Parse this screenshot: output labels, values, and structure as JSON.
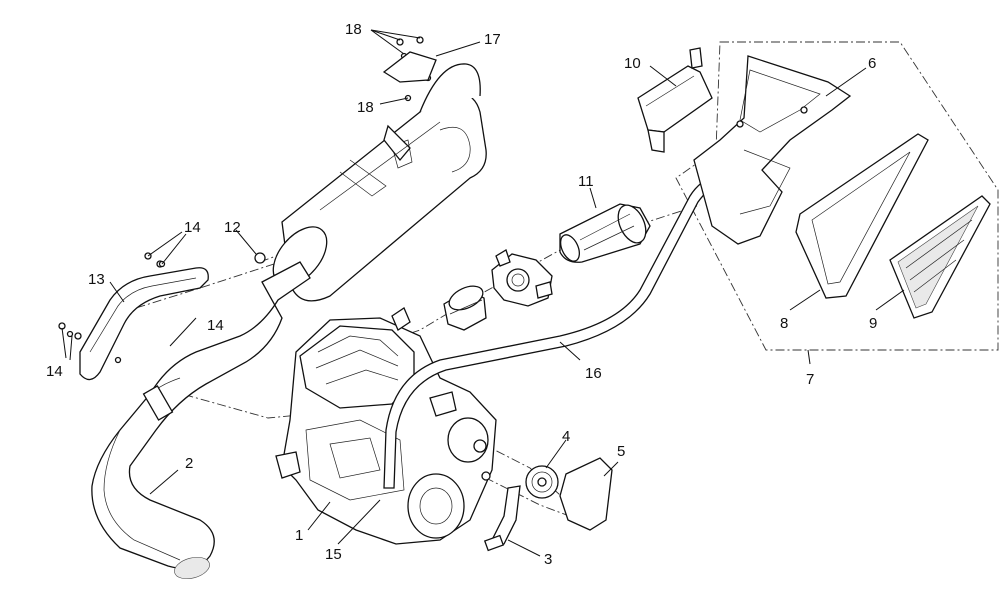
{
  "callouts": [
    {
      "id": "1",
      "text": "1"
    },
    {
      "id": "2",
      "text": "2"
    },
    {
      "id": "3",
      "text": "3"
    },
    {
      "id": "4",
      "text": "4"
    },
    {
      "id": "5",
      "text": "5"
    },
    {
      "id": "6",
      "text": "6"
    },
    {
      "id": "7",
      "text": "7"
    },
    {
      "id": "8",
      "text": "8"
    },
    {
      "id": "9",
      "text": "9"
    },
    {
      "id": "10",
      "text": "10"
    },
    {
      "id": "11",
      "text": "11"
    },
    {
      "id": "12",
      "text": "12"
    },
    {
      "id": "13",
      "text": "13"
    },
    {
      "id": "14a",
      "text": "14"
    },
    {
      "id": "14b",
      "text": "14"
    },
    {
      "id": "14c",
      "text": "14"
    },
    {
      "id": "15",
      "text": "15"
    },
    {
      "id": "16",
      "text": "16"
    },
    {
      "id": "17",
      "text": "17"
    },
    {
      "id": "18a",
      "text": "18"
    },
    {
      "id": "18b",
      "text": "18"
    }
  ]
}
